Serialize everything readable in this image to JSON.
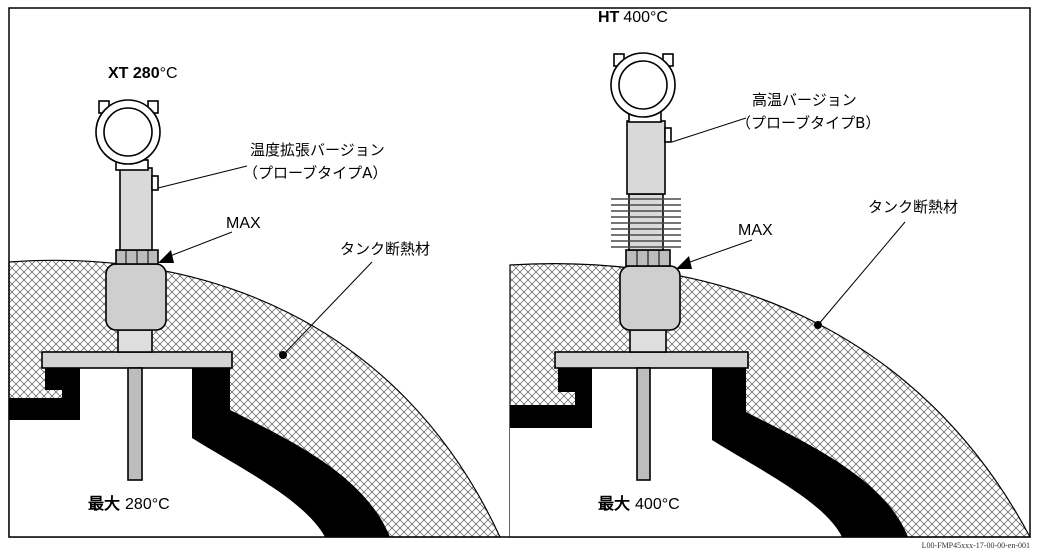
{
  "left": {
    "title_bold": "XT 280",
    "title_unit": "°C",
    "version_line1": "温度拡張バージョン",
    "version_line2": "（プローブタイプA）",
    "max_label": "MAX",
    "insulation_label": "タンク断熱材",
    "max_temp_prefix": "最大",
    "max_temp_value": "280°C"
  },
  "right": {
    "title_bold": "HT",
    "title_value": "400°C",
    "version_line1": "高温バージョン",
    "version_line2": "（プローブタイプB）",
    "max_label": "MAX",
    "insulation_label": "タンク断熱材",
    "max_temp_prefix": "最大",
    "max_temp_value": "400°C"
  },
  "footer": {
    "code": "L00-FMP45xxx-17-00-00-en-001"
  }
}
